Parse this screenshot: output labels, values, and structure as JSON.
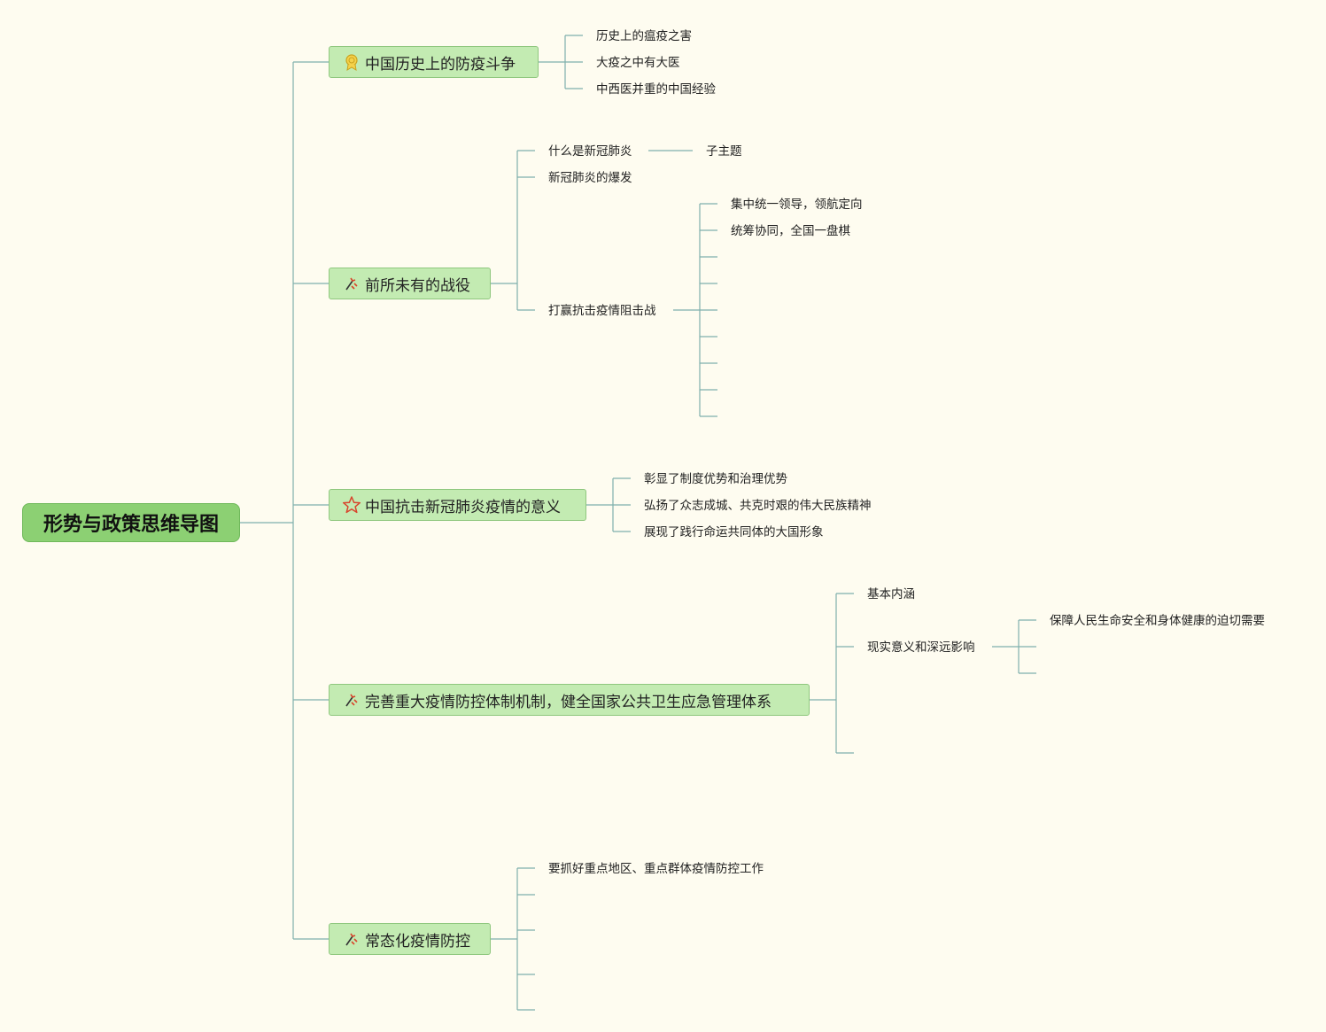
{
  "root": {
    "label": "形势与政策思维导图"
  },
  "topics": [
    {
      "label": "中国历史上的防疫斗争",
      "icon": "award-medal-icon",
      "children": [
        "历史上的瘟疫之害",
        "大疫之中有大医",
        "中西医并重的中国经验"
      ]
    },
    {
      "label": "前所未有的战役",
      "icon": "task-flag-icon",
      "children": [
        "什么是新冠肺炎",
        "新冠肺炎的爆发",
        "打赢抗击疫情阻击战"
      ],
      "subtopic": "子主题",
      "battle_children": [
        "集中统一领导，领航定向",
        "统筹协同，全国一盘棋"
      ]
    },
    {
      "label": "中国抗击新冠肺炎疫情的意义",
      "icon": "star-icon",
      "children": [
        "彰显了制度优势和治理优势",
        "弘扬了众志成城、共克时艰的伟大民族精神",
        "展现了践行命运共同体的大国形象"
      ]
    },
    {
      "label": "完善重大疫情防控体制机制，健全国家公共卫生应急管理体系",
      "icon": "task-flag-icon",
      "children": [
        "基本内涵",
        "现实意义和深远影响"
      ],
      "impact_children": [
        "保障人民生命安全和身体健康的迫切需要"
      ]
    },
    {
      "label": "常态化疫情防控",
      "icon": "task-flag-icon",
      "children": [
        "要抓好重点地区、重点群体疫情防控工作"
      ]
    }
  ],
  "colors": {
    "line": "#7fb0ac",
    "topic_fill": "#c3ebb2",
    "root_fill": "#8cd073"
  }
}
